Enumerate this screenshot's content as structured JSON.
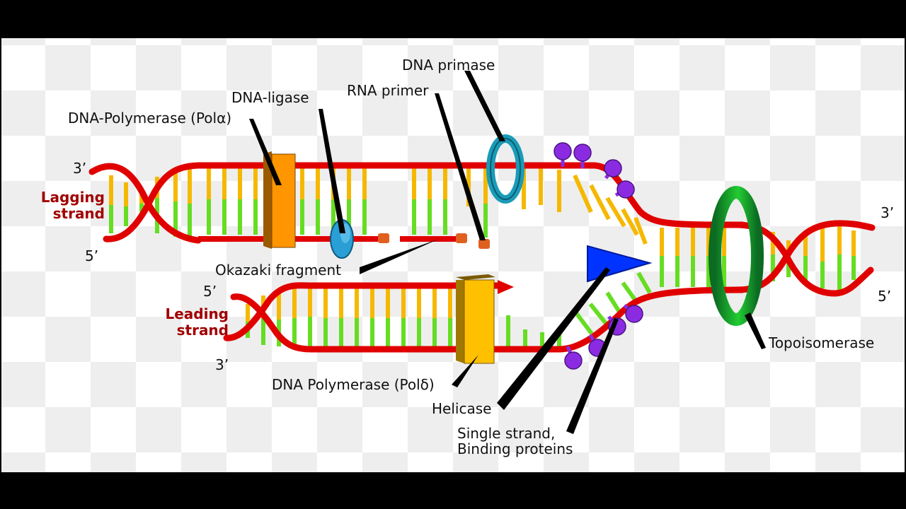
{
  "labels": {
    "dna_primase": "DNA primase",
    "dna_ligase": "DNA-ligase",
    "rna_primer": "RNA primer",
    "dna_polymerase_alpha": "DNA-Polymerase (Polα)",
    "okazaki_fragment": "Okazaki fragment",
    "dna_polymerase_delta": "DNA Polymerase (Polδ)",
    "helicase": "Helicase",
    "ssb_line1": "Single strand,",
    "ssb_line2": "Binding proteins",
    "topoisomerase": "Topoisomerase",
    "lagging_line1": "Lagging",
    "lagging_line2": "strand",
    "leading_line1": "Leading",
    "leading_line2": "strand"
  },
  "ends": {
    "lag_3": "3’",
    "lag_5": "5’",
    "lead_5": "5’",
    "lead_3": "3’",
    "right_3": "3’",
    "right_5": "5’"
  },
  "colors": {
    "backbone": "#e00000",
    "base_orange": "#f5b800",
    "base_green": "#66dd22",
    "polymerase_alpha": "#ff9500",
    "polymerase_delta": "#ffc000",
    "primase": "#1a9bb8",
    "ligase": "#2a9fd6",
    "helicase": "#0033ff",
    "topoisomerase": "#119933",
    "ssb": "#8a2be2",
    "primer": "#e06020",
    "label_red": "#a00000",
    "checker_light": "#ffffff",
    "checker_dark": "#eeeeee"
  }
}
